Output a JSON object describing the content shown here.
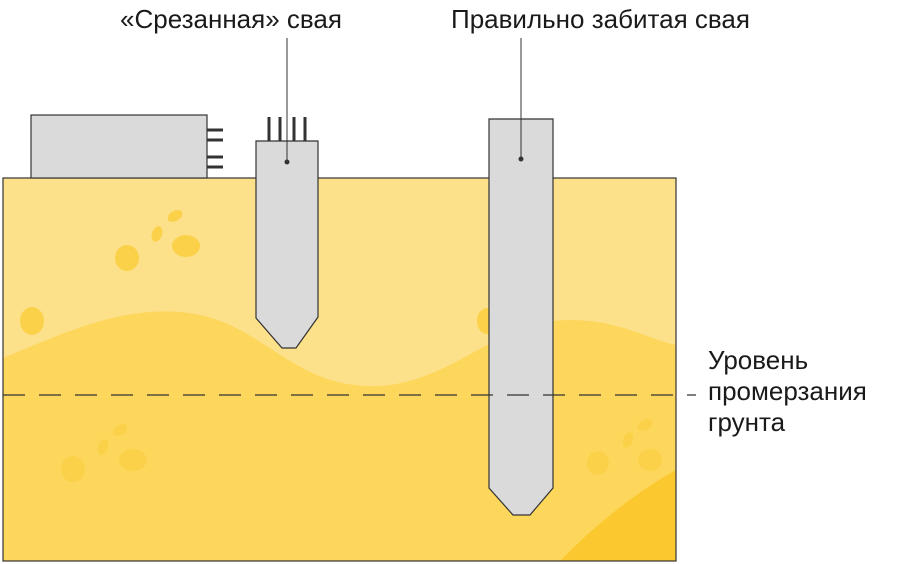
{
  "labels": {
    "cut_pile": "«Срезанная» свая",
    "correct_pile": "Правильно забитая свая",
    "frost_level": [
      "Уровень",
      "промерзания",
      "грунта"
    ]
  },
  "colors": {
    "soil_upper": "#fde08a",
    "soil_lower": "#fdd75c",
    "soil_deep": "#fbc92f",
    "spots": "#fcd14a",
    "pile_fill": "#dadada",
    "outline": "#333333"
  }
}
